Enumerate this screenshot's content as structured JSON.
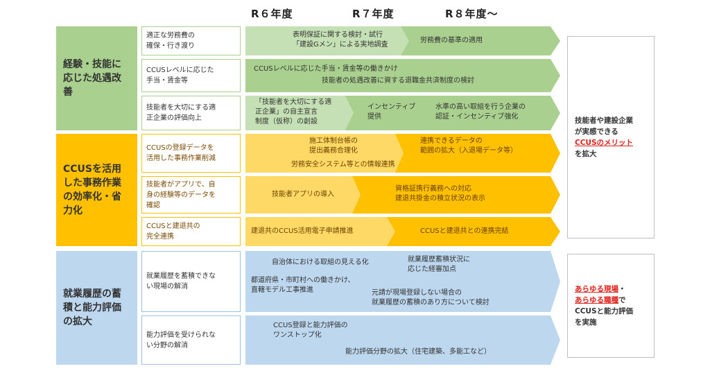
{
  "years": [
    "R６年度",
    "R７年度",
    "R８年度〜"
  ],
  "categories": [
    {
      "label_lines": [
        "経験・技能に",
        "応じた処遇改",
        "善"
      ]
    },
    {
      "label_lines": [
        "CCUSを活用",
        "した事務作業",
        "の効率化・省",
        "力化"
      ]
    },
    {
      "label_lines": [
        "就業履歴の蓄",
        "積と能力評価",
        "の拡大"
      ]
    }
  ],
  "items": [
    {
      "label_lines": [
        "適正な労務費の",
        "確保・行き渡り"
      ],
      "texts": [
        {
          "lines": [
            "表明保証に関する検討・試行",
            "「建設Gメン」による実地調査"
          ]
        },
        {
          "lines": [
            "労務費の基準の適用"
          ]
        }
      ]
    },
    {
      "label_lines": [
        "CCUSレベルに応じた",
        "手当・賃金等"
      ],
      "texts": [
        {
          "lines": [
            "CCUSレベルに応じた手当・賃金等の働きかけ"
          ]
        },
        {
          "lines": [
            "技能者の処遇改善に資する退職金共済制度の検討"
          ]
        }
      ]
    },
    {
      "label_lines": [
        "技能者を大切にする適",
        "正企業の評価向上"
      ],
      "texts": [
        {
          "lines": [
            "「技能者を大切にする適",
            "正企業」の自主宣言",
            "制度（仮称）の創設"
          ]
        },
        {
          "lines": [
            "インセンティブ",
            "提供"
          ]
        },
        {
          "lines": [
            "水準の高い取組を行う企業の",
            "認証・インセンティブ強化"
          ]
        }
      ]
    },
    {
      "label_lines": [
        "CCUSの登録データを",
        "活用した事務作業削減"
      ],
      "texts": [
        {
          "lines": [
            "施工体制台帳の",
            "提出義務合理化"
          ]
        },
        {
          "lines": [
            "連携できるデータの",
            "範囲の拡大（入退場データ等）"
          ]
        },
        {
          "lines": [
            "労務安全システム等との情報連携"
          ]
        }
      ]
    },
    {
      "label_lines": [
        "技能者がアプリで、自",
        "身の経験等のデータを",
        "確認"
      ],
      "texts": [
        {
          "lines": [
            "技能者アプリの導入"
          ]
        },
        {
          "lines": [
            "資格証携行義務への対応",
            "建退共掛金の積立状況の表示"
          ]
        }
      ]
    },
    {
      "label_lines": [
        "CCUSと建退共の",
        "完全連携"
      ],
      "texts": [
        {
          "lines": [
            "建退共のCCUS活用電子申請推進"
          ]
        },
        {
          "lines": [
            "CCUSと建退共との連携完結"
          ]
        }
      ]
    },
    {
      "label_lines": [
        "就業履歴を蓄積できな",
        "い現場の解消"
      ],
      "texts": [
        {
          "lines": [
            "自治体における取組の見える化"
          ]
        },
        {
          "lines": [
            "就業履歴蓄積状況に",
            "応じた経審加点"
          ]
        },
        {
          "lines": [
            "都道府県・市町村への働きかけ、",
            "直轄モデル工事推進"
          ]
        },
        {
          "lines": [
            "元請が現場登録しない場合の",
            "就業履歴の蓄積のあり方について検討"
          ]
        }
      ]
    },
    {
      "label_lines": [
        "能力評価を受けられな",
        "い分野の解消"
      ],
      "texts": [
        {
          "lines": [
            "CCUS登録と能力評価の",
            "ワンストップ化"
          ]
        },
        {
          "lines": [
            "能力評価分野の拡大（住宅建築、多能工など）"
          ]
        }
      ]
    }
  ],
  "benefit1": {
    "line1": "技能者や建設企業",
    "line2": "が実感できる",
    "highlight": "CCUSのメリット",
    "line4": "を拡大"
  },
  "benefit2": {
    "highlight1": "あらゆる現場",
    "suffix1": "・",
    "highlight2": "あらゆる職種",
    "suffix2": "で",
    "line3": "CCUSと能力評価",
    "line4": "を実施"
  }
}
